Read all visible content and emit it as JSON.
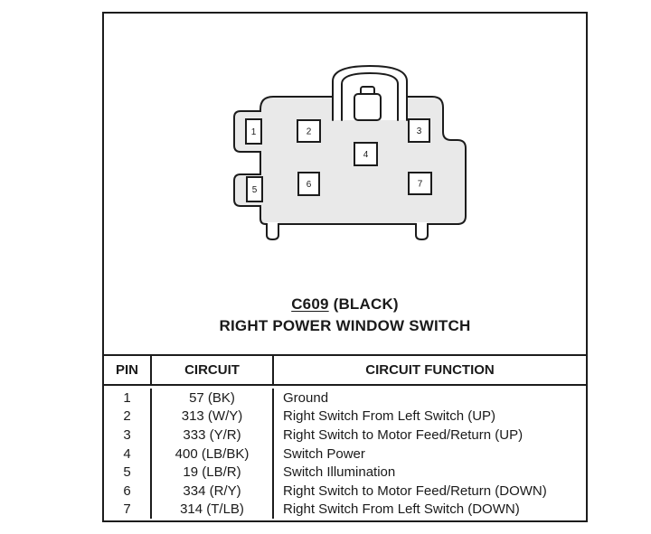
{
  "figure": {
    "connector_id": "C609",
    "connector_color": "(BLACK)",
    "connector_name": "RIGHT POWER WINDOW SWITCH"
  },
  "diagram": {
    "pins": [
      "1",
      "2",
      "3",
      "4",
      "5",
      "6",
      "7"
    ]
  },
  "table": {
    "headers": [
      "PIN",
      "CIRCUIT",
      "CIRCUIT FUNCTION"
    ],
    "rows": [
      {
        "pin": "1",
        "circuit": "57 (BK)",
        "function": "Ground"
      },
      {
        "pin": "2",
        "circuit": "313 (W/Y)",
        "function": "Right Switch From Left Switch (UP)"
      },
      {
        "pin": "3",
        "circuit": "333 (Y/R)",
        "function": "Right Switch to Motor Feed/Return (UP)"
      },
      {
        "pin": "4",
        "circuit": "400 (LB/BK)",
        "function": "Switch Power"
      },
      {
        "pin": "5",
        "circuit": "19 (LB/R)",
        "function": "Switch Illumination"
      },
      {
        "pin": "6",
        "circuit": "334 (R/Y)",
        "function": "Right Switch to Motor Feed/Return (DOWN)"
      },
      {
        "pin": "7",
        "circuit": "314 (T/LB)",
        "function": "Right Switch From Left Switch (DOWN)"
      }
    ]
  },
  "colors": {
    "line": "#1c1c1c",
    "connector_fill": "#e9e9e9",
    "background": "#ffffff"
  }
}
